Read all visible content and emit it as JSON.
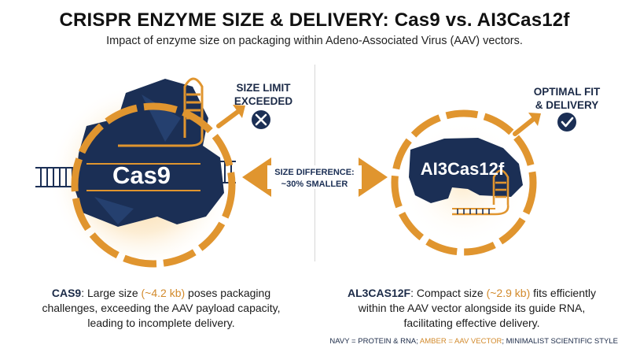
{
  "header": {
    "title": "CRISPR ENZYME SIZE & DELIVERY: Cas9 vs. AI3Cas12f",
    "subtitle": "Impact of enzyme size on packaging within Adeno-Associated Virus (AAV) vectors."
  },
  "left": {
    "enzyme_label": "Cas9",
    "status_line1": "SIZE LIMIT",
    "status_line2": "EXCEEDED",
    "status_icon": "close-x-icon",
    "caption": {
      "key": "CAS9",
      "pre": ": Large size ",
      "size": "(~4.2 kb)",
      "post": " poses packaging challenges, exceeding the AAV payload capacity, leading to incomplete delivery."
    }
  },
  "middle": {
    "line1": "SIZE DIFFERENCE:",
    "line2": "~30% SMALLER"
  },
  "right": {
    "enzyme_label": "AI3Cas12f",
    "status_line1": "OPTIMAL FIT",
    "status_line2": "& DELIVERY",
    "status_icon": "checkmark-icon",
    "caption": {
      "key": "AL3CAS12F",
      "pre": ": Compact size ",
      "size": "(~2.9 kb)",
      "post": " fits efficiently within the AAV vector alongside its guide RNA, facilitating effective delivery."
    }
  },
  "legend": {
    "navy": "NAVY = PROTEIN & RNA; ",
    "amber": "AMBER = AAV VECTOR",
    "rest": "; MINIMALIST SCIENTIFIC STYLE"
  },
  "colors": {
    "navy": "#1b2f55",
    "amber": "#e0952f",
    "pale_amber": "#f6d9a8"
  }
}
